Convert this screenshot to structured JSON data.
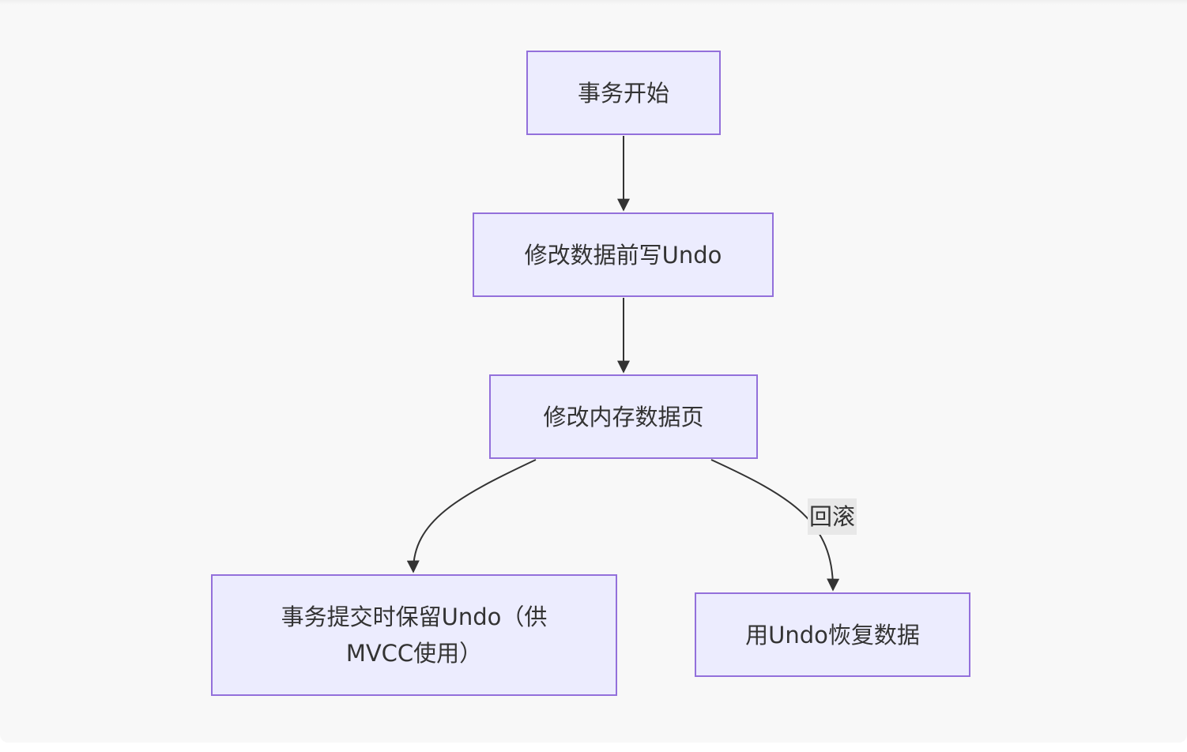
{
  "diagram": {
    "nodes": {
      "start": "事务开始",
      "write_undo": "修改数据前写Undo",
      "modify_page": "修改内存数据页",
      "commit": "事务提交时保留Undo（供MVCC使用）",
      "restore": "用Undo恢复数据"
    },
    "edges": [
      {
        "from": "start",
        "to": "write_undo",
        "label": ""
      },
      {
        "from": "write_undo",
        "to": "modify_page",
        "label": ""
      },
      {
        "from": "modify_page",
        "to": "commit",
        "label": ""
      },
      {
        "from": "modify_page",
        "to": "restore",
        "label": "回滚"
      }
    ],
    "colors": {
      "node_fill": "#ececfe",
      "node_border": "#9370db",
      "edge": "#333333",
      "edge_label_bg": "#e8e8e8",
      "background": "#f8f8f8"
    }
  }
}
